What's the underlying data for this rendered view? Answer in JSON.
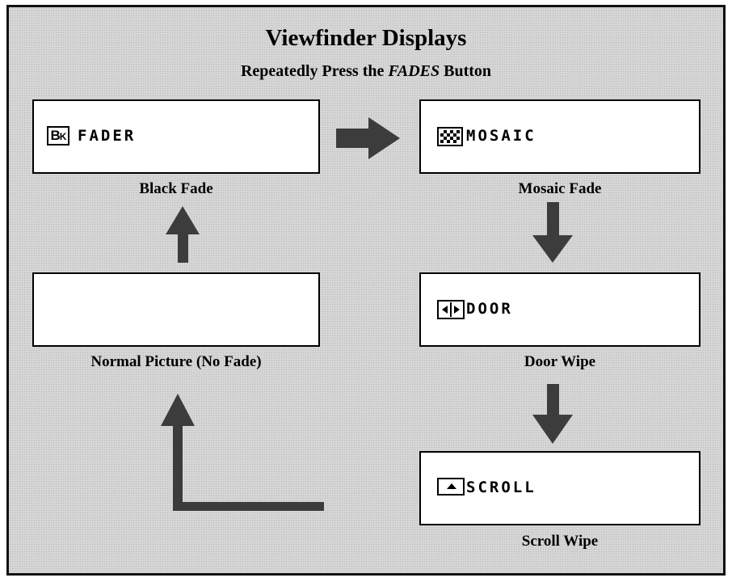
{
  "header": {
    "title": "Viewfinder Displays",
    "subtitle_prefix": "Repeatedly Press the",
    "subtitle_button": "FADES",
    "subtitle_suffix": "Button"
  },
  "displays": {
    "black_fade": {
      "icon": "bk-icon",
      "icon_text_main": "B",
      "icon_text_sub": "K",
      "screen_text": "FADER",
      "caption": "Black Fade"
    },
    "mosaic_fade": {
      "icon": "mosaic-icon",
      "screen_text": "MOSAIC",
      "caption": "Mosaic Fade"
    },
    "door_wipe": {
      "icon": "door-icon",
      "screen_text": "DOOR",
      "caption": "Door Wipe"
    },
    "scroll_wipe": {
      "icon": "scroll-icon",
      "screen_text": "SCROLL",
      "caption": "Scroll Wipe"
    },
    "normal": {
      "screen_text": "",
      "caption": "Normal Picture (No Fade)"
    }
  },
  "colors": {
    "background": "#d6d6d6",
    "arrow": "#3c3c3c",
    "screen": "#ffffff",
    "border": "#000000"
  }
}
